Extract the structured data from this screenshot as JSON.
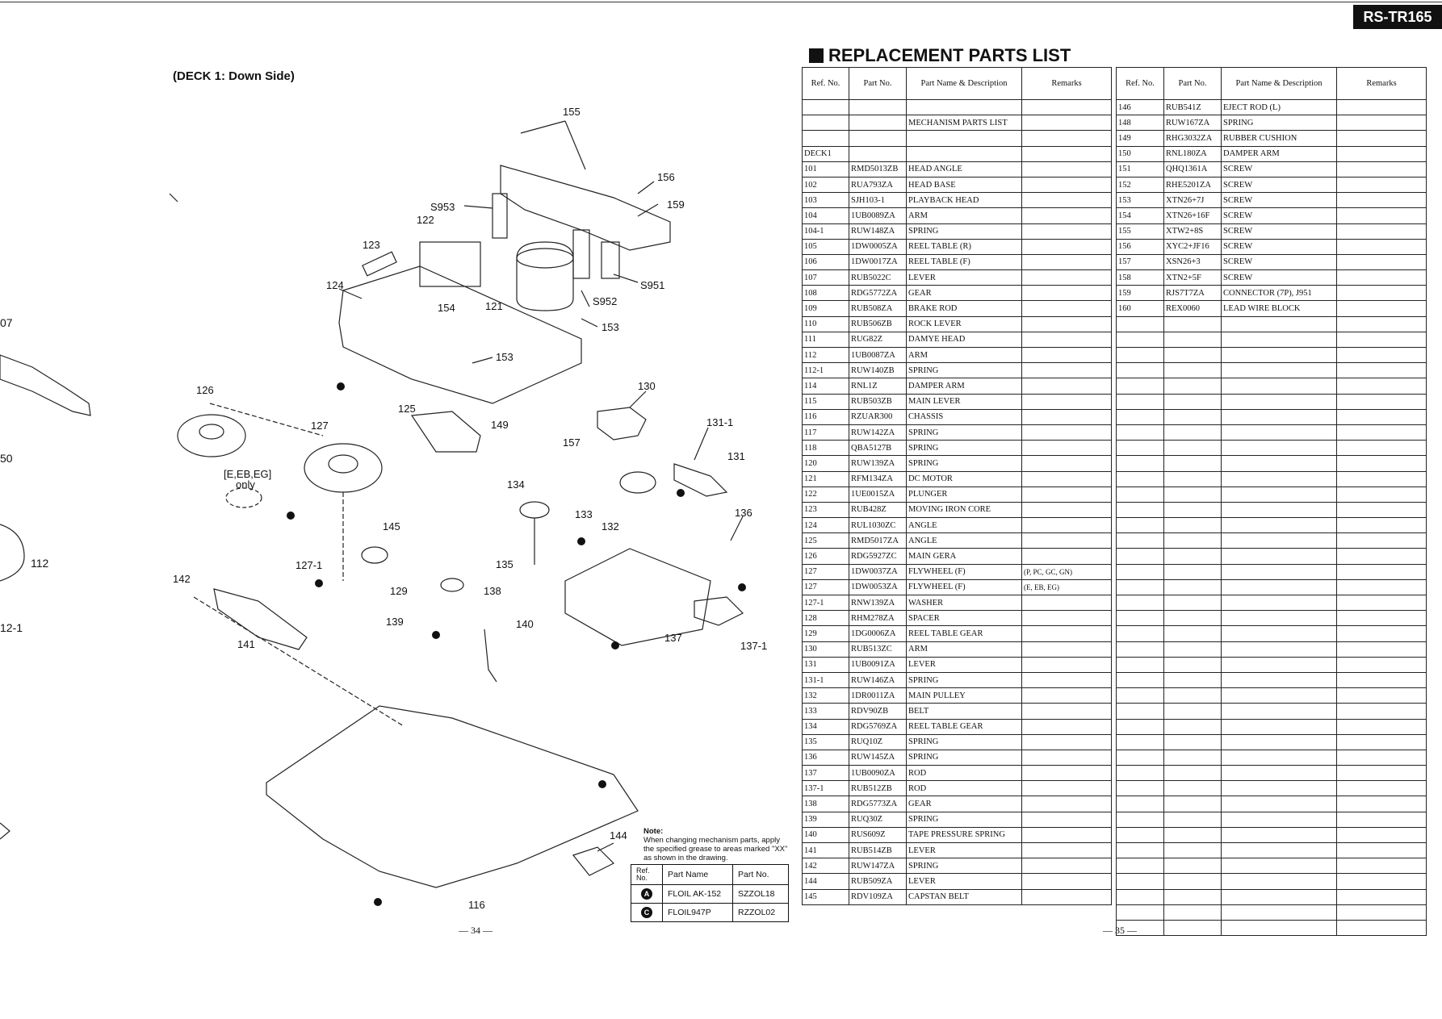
{
  "model": "RS-TR165",
  "deck_title": "(DECK 1: Down Side)",
  "page_left": "— 34 —",
  "page_right": "— 35 —",
  "side_fragments": [
    {
      "text": "07"
    },
    {
      "text": "50"
    },
    {
      "text": "112"
    },
    {
      "text": "12-1"
    }
  ],
  "callouts": {
    "c155": "155",
    "c156": "156",
    "c159": "159",
    "cS953": "S953",
    "c122": "122",
    "c123": "123",
    "c124": "124",
    "c154": "154",
    "c121": "121",
    "cS951": "S951",
    "cS952": "S952",
    "c153a": "153",
    "c153b": "153",
    "c126": "126",
    "c127": "127",
    "c125": "125",
    "c130": "130",
    "c1311": "131-1",
    "c131": "131",
    "c149": "149",
    "c157": "157",
    "c134": "134",
    "c133": "133",
    "c132": "132",
    "c136": "136",
    "c145": "145",
    "c1271": "127-1",
    "c129": "129",
    "c138": "138",
    "c135": "135",
    "c142": "142",
    "c141": "141",
    "c139": "139",
    "c140": "140",
    "c137": "137",
    "c1371": "137-1",
    "c144": "144",
    "c116": "116",
    "ceeb": "[E,EB,EG]",
    "conly": "only"
  },
  "note": {
    "heading": "Note:",
    "text": "When changing mechanism parts, apply the specified grease to areas marked \"XX\" as shown in the drawing."
  },
  "grease_table": {
    "headers": [
      "Ref. No.",
      "Part Name",
      "Part No."
    ],
    "rows": [
      {
        "sym": "A",
        "name": "FLOIL AK-152",
        "part": "SZZOL18"
      },
      {
        "sym": "C",
        "name": "FLOIL947P",
        "part": "RZZOL02"
      }
    ]
  },
  "parts_title": "REPLACEMENT PARTS LIST",
  "parts_headers": [
    "Ref. No.",
    "Part No.",
    "Part Name & Description",
    "Remarks"
  ],
  "parts_left": [
    [
      "",
      "",
      "",
      ""
    ],
    [
      "",
      "",
      "MECHANISM PARTS LIST",
      ""
    ],
    [
      "",
      "",
      "",
      ""
    ],
    [
      "DECK1",
      "",
      "",
      ""
    ],
    [
      "101",
      "RMD5013ZB",
      "HEAD ANGLE",
      ""
    ],
    [
      "102",
      "RUA793ZA",
      "HEAD BASE",
      ""
    ],
    [
      "103",
      "SJH103-1",
      "PLAYBACK HEAD",
      ""
    ],
    [
      "104",
      "1UB0089ZA",
      "ARM",
      ""
    ],
    [
      "104-1",
      "RUW148ZA",
      "SPRING",
      ""
    ],
    [
      "105",
      "1DW0005ZA",
      "REEL TABLE (R)",
      ""
    ],
    [
      "106",
      "1DW0017ZA",
      "REEL TABLE (F)",
      ""
    ],
    [
      "107",
      "RUB5022C",
      "LEVER",
      ""
    ],
    [
      "108",
      "RDG5772ZA",
      "GEAR",
      ""
    ],
    [
      "109",
      "RUB508ZA",
      "BRAKE ROD",
      ""
    ],
    [
      "110",
      "RUB506ZB",
      "ROCK LEVER",
      ""
    ],
    [
      "111",
      "RUG82Z",
      "DAMYE HEAD",
      ""
    ],
    [
      "112",
      "1UB0087ZA",
      "ARM",
      ""
    ],
    [
      "112-1",
      "RUW140ZB",
      "SPRING",
      ""
    ],
    [
      "114",
      "RNL1Z",
      "DAMPER ARM",
      ""
    ],
    [
      "115",
      "RUB503ZB",
      "MAIN LEVER",
      ""
    ],
    [
      "116",
      "RZUAR300",
      "CHASSIS",
      ""
    ],
    [
      "117",
      "RUW142ZA",
      "SPRING",
      ""
    ],
    [
      "118",
      "QBA5127B",
      "SPRING",
      ""
    ],
    [
      "120",
      "RUW139ZA",
      "SPRING",
      ""
    ],
    [
      "121",
      "RFM134ZA",
      "DC MOTOR",
      ""
    ],
    [
      "122",
      "1UE0015ZA",
      "PLUNGER",
      ""
    ],
    [
      "123",
      "RUB428Z",
      "MOVING IRON CORE",
      ""
    ],
    [
      "124",
      "RUL1030ZC",
      "ANGLE",
      ""
    ],
    [
      "125",
      "RMD5017ZA",
      "ANGLE",
      ""
    ],
    [
      "126",
      "RDG5927ZC",
      "MAIN GERA",
      ""
    ],
    [
      "127",
      "1DW0037ZA",
      "FLYWHEEL (F)",
      "(P, PC, GC, GN)"
    ],
    [
      "127",
      "1DW0053ZA",
      "FLYWHEEL (F)",
      "(E, EB, EG)"
    ],
    [
      "127-1",
      "RNW139ZA",
      "WASHER",
      ""
    ],
    [
      "128",
      "RHM278ZA",
      "SPACER",
      ""
    ],
    [
      "129",
      "1DG0006ZA",
      "REEL TABLE GEAR",
      ""
    ],
    [
      "130",
      "RUB513ZC",
      "ARM",
      ""
    ],
    [
      "131",
      "1UB0091ZA",
      "LEVER",
      ""
    ],
    [
      "131-1",
      "RUW146ZA",
      "SPRING",
      ""
    ],
    [
      "132",
      "1DR0011ZA",
      "MAIN PULLEY",
      ""
    ],
    [
      "133",
      "RDV90ZB",
      "BELT",
      ""
    ],
    [
      "134",
      "RDG5769ZA",
      "REEL TABLE GEAR",
      ""
    ],
    [
      "135",
      "RUQ10Z",
      "SPRING",
      ""
    ],
    [
      "136",
      "RUW145ZA",
      "SPRING",
      ""
    ],
    [
      "137",
      "1UB0090ZA",
      "ROD",
      ""
    ],
    [
      "137-1",
      "RUB512ZB",
      "ROD",
      ""
    ],
    [
      "138",
      "RDG5773ZA",
      "GEAR",
      ""
    ],
    [
      "139",
      "RUQ30Z",
      "SPRING",
      ""
    ],
    [
      "140",
      "RUS609Z",
      "TAPE PRESSURE SPRING",
      ""
    ],
    [
      "141",
      "RUB514ZB",
      "LEVER",
      ""
    ],
    [
      "142",
      "RUW147ZA",
      "SPRING",
      ""
    ],
    [
      "144",
      "RUB509ZA",
      "LEVER",
      ""
    ],
    [
      "145",
      "RDV109ZA",
      "CAPSTAN BELT",
      ""
    ]
  ],
  "parts_right": [
    [
      "146",
      "RUB541Z",
      "EJECT ROD (L)",
      ""
    ],
    [
      "148",
      "RUW167ZA",
      "SPRING",
      ""
    ],
    [
      "149",
      "RHG3032ZA",
      "RUBBER CUSHION",
      ""
    ],
    [
      "150",
      "RNL180ZA",
      "DAMPER ARM",
      ""
    ],
    [
      "151",
      "QHQ1361A",
      "SCREW",
      ""
    ],
    [
      "152",
      "RHE5201ZA",
      "SCREW",
      ""
    ],
    [
      "153",
      "XTN26+7J",
      "SCREW",
      ""
    ],
    [
      "154",
      "XTN26+16F",
      "SCREW",
      ""
    ],
    [
      "155",
      "XTW2+8S",
      "SCREW",
      ""
    ],
    [
      "156",
      "XYC2+JF16",
      "SCREW",
      ""
    ],
    [
      "157",
      "XSN26+3",
      "SCREW",
      ""
    ],
    [
      "158",
      "XTN2+5F",
      "SCREW",
      ""
    ],
    [
      "159",
      "RJS7T7ZA",
      "CONNECTOR (7P), J951",
      ""
    ],
    [
      "160",
      "REX0060",
      "LEAD WIRE BLOCK",
      ""
    ],
    [
      "",
      "",
      "",
      ""
    ],
    [
      "",
      "",
      "",
      ""
    ],
    [
      "",
      "",
      "",
      ""
    ],
    [
      "",
      "",
      "",
      ""
    ],
    [
      "",
      "",
      "",
      ""
    ],
    [
      "",
      "",
      "",
      ""
    ],
    [
      "",
      "",
      "",
      ""
    ],
    [
      "",
      "",
      "",
      ""
    ],
    [
      "",
      "",
      "",
      ""
    ],
    [
      "",
      "",
      "",
      ""
    ],
    [
      "",
      "",
      "",
      ""
    ],
    [
      "",
      "",
      "",
      ""
    ],
    [
      "",
      "",
      "",
      ""
    ],
    [
      "",
      "",
      "",
      ""
    ],
    [
      "",
      "",
      "",
      ""
    ],
    [
      "",
      "",
      "",
      ""
    ],
    [
      "",
      "",
      "",
      ""
    ],
    [
      "",
      "",
      "",
      ""
    ],
    [
      "",
      "",
      "",
      ""
    ],
    [
      "",
      "",
      "",
      ""
    ],
    [
      "",
      "",
      "",
      ""
    ],
    [
      "",
      "",
      "",
      ""
    ],
    [
      "",
      "",
      "",
      ""
    ],
    [
      "",
      "",
      "",
      ""
    ],
    [
      "",
      "",
      "",
      ""
    ],
    [
      "",
      "",
      "",
      ""
    ],
    [
      "",
      "",
      "",
      ""
    ],
    [
      "",
      "",
      "",
      ""
    ],
    [
      "",
      "",
      "",
      ""
    ],
    [
      "",
      "",
      "",
      ""
    ],
    [
      "",
      "",
      "",
      ""
    ],
    [
      "",
      "",
      "",
      ""
    ],
    [
      "",
      "",
      "",
      ""
    ],
    [
      "",
      "",
      "",
      ""
    ],
    [
      "",
      "",
      "",
      ""
    ],
    [
      "",
      "",
      "",
      ""
    ],
    [
      "",
      "",
      "",
      ""
    ],
    [
      "",
      "",
      "",
      ""
    ],
    [
      "",
      "",
      "",
      ""
    ],
    [
      "",
      "",
      "",
      ""
    ]
  ]
}
